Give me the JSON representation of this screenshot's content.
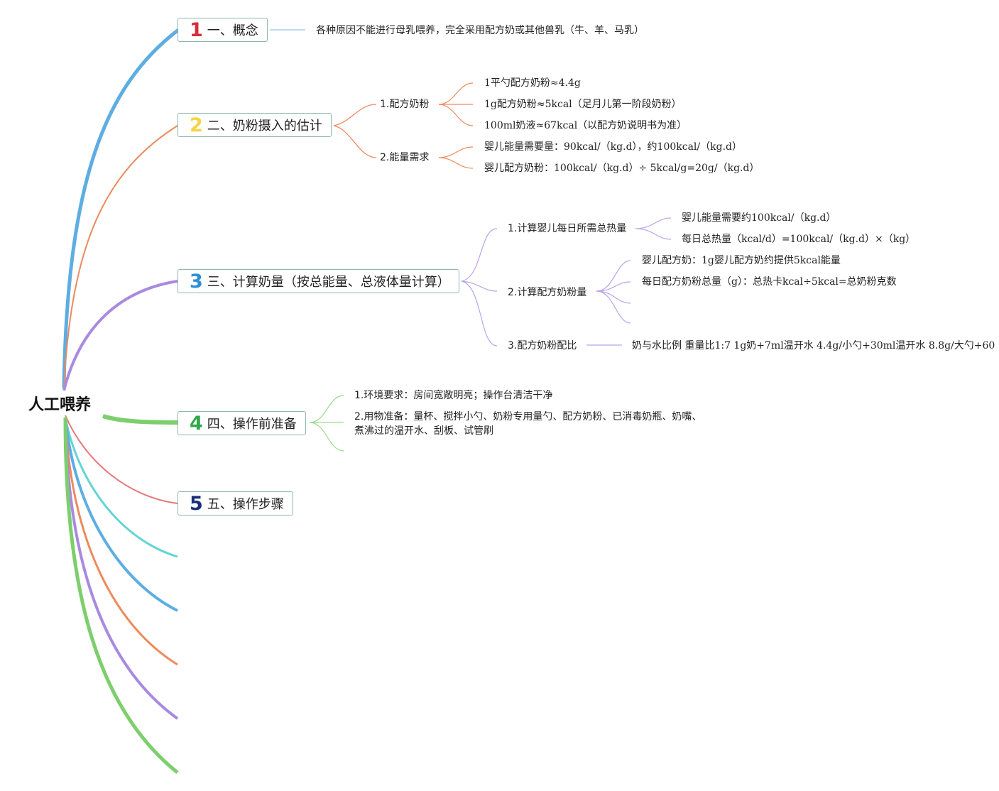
{
  "root": "人工喂养",
  "colors": {
    "blue": "#5dade2",
    "orange": "#ec8a5c",
    "purple": "#a88ae0",
    "green": "#7ccf6c",
    "red": "#e8787a",
    "cyan": "#62d4d4",
    "num1": "#d62d3a",
    "num2": "#f5d547",
    "num3": "#2b8fd6",
    "num4": "#2ea84a",
    "num5": "#1a2e7a"
  },
  "branches": [
    {
      "num": "1",
      "label": "一、概念"
    },
    {
      "num": "2",
      "label": "二、奶粉摄入的估计"
    },
    {
      "num": "3",
      "label": "三、计算奶量（按总能量、总液体量计算）"
    },
    {
      "num": "4",
      "label": "四、操作前准备"
    },
    {
      "num": "5",
      "label": "五、操作步骤"
    }
  ],
  "concept": {
    "text": "各种原因不能进行母乳喂养，完全采用配方奶或其他兽乳（牛、羊、马乳）"
  },
  "estimate": {
    "formula": {
      "label": "1.配方奶粉",
      "items": [
        "1平勺配方奶粉≈4.4g",
        "1g配方奶粉≈5kcal（足月儿第一阶段奶粉）",
        "100ml奶液≈67kcal（以配方奶说明书为准）"
      ]
    },
    "energy": {
      "label": "2.能量需求",
      "items": [
        "婴儿能量需要量：90kcal/（kg.d），约100kcal/（kg.d）",
        "婴儿配方奶粉：100kcal/（kg.d）÷ 5kcal/g=20g/（kg.d）"
      ]
    }
  },
  "calc": {
    "total": {
      "label": "1.计算婴儿每日所需总热量",
      "items": [
        "婴儿能量需要约100kcal/（kg.d）",
        "每日总热量（kcal/d）=100kcal/（kg.d）×（kg）"
      ]
    },
    "powder": {
      "label": "2.计算配方奶粉量",
      "items": [
        "婴儿配方奶：1g婴儿配方奶约提供5kcal能量",
        "每日配方奶粉总量（g）：总热卡kcal÷5kcal=总奶粉克数"
      ]
    },
    "ratio": {
      "label": "3.配方奶粉配比",
      "text": "奶与水比例 重量比1:7 1g奶+7ml温开水 4.4g/小勺+30ml温开水 8.8g/大勺+60"
    }
  },
  "prep": {
    "items": [
      "1.环境要求：房间宽敞明亮；操作台清洁干净",
      "2.用物准备：量杯、搅拌小勺、奶粉专用量勺、配方奶粉、已消毒奶瓶、奶嘴、",
      "煮沸过的温开水、刮板、试管刷"
    ]
  }
}
